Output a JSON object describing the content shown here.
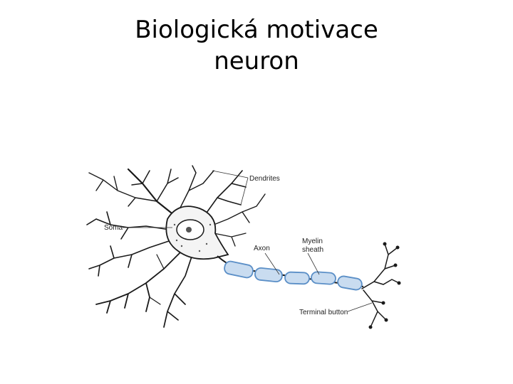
{
  "title": {
    "line1": "Biologická motivace",
    "line2": "neuron"
  },
  "figure": {
    "labels": {
      "dendrites": "Dendrites",
      "soma": "Soma",
      "axon": "Axon",
      "myelin_line1": "Myelin",
      "myelin_line2": "sheath",
      "terminal": "Terminal button"
    },
    "colors": {
      "ink": "#1a1a1a",
      "myelin_fill": "#c9dcf0",
      "myelin_stroke": "#5b8fc7"
    }
  }
}
